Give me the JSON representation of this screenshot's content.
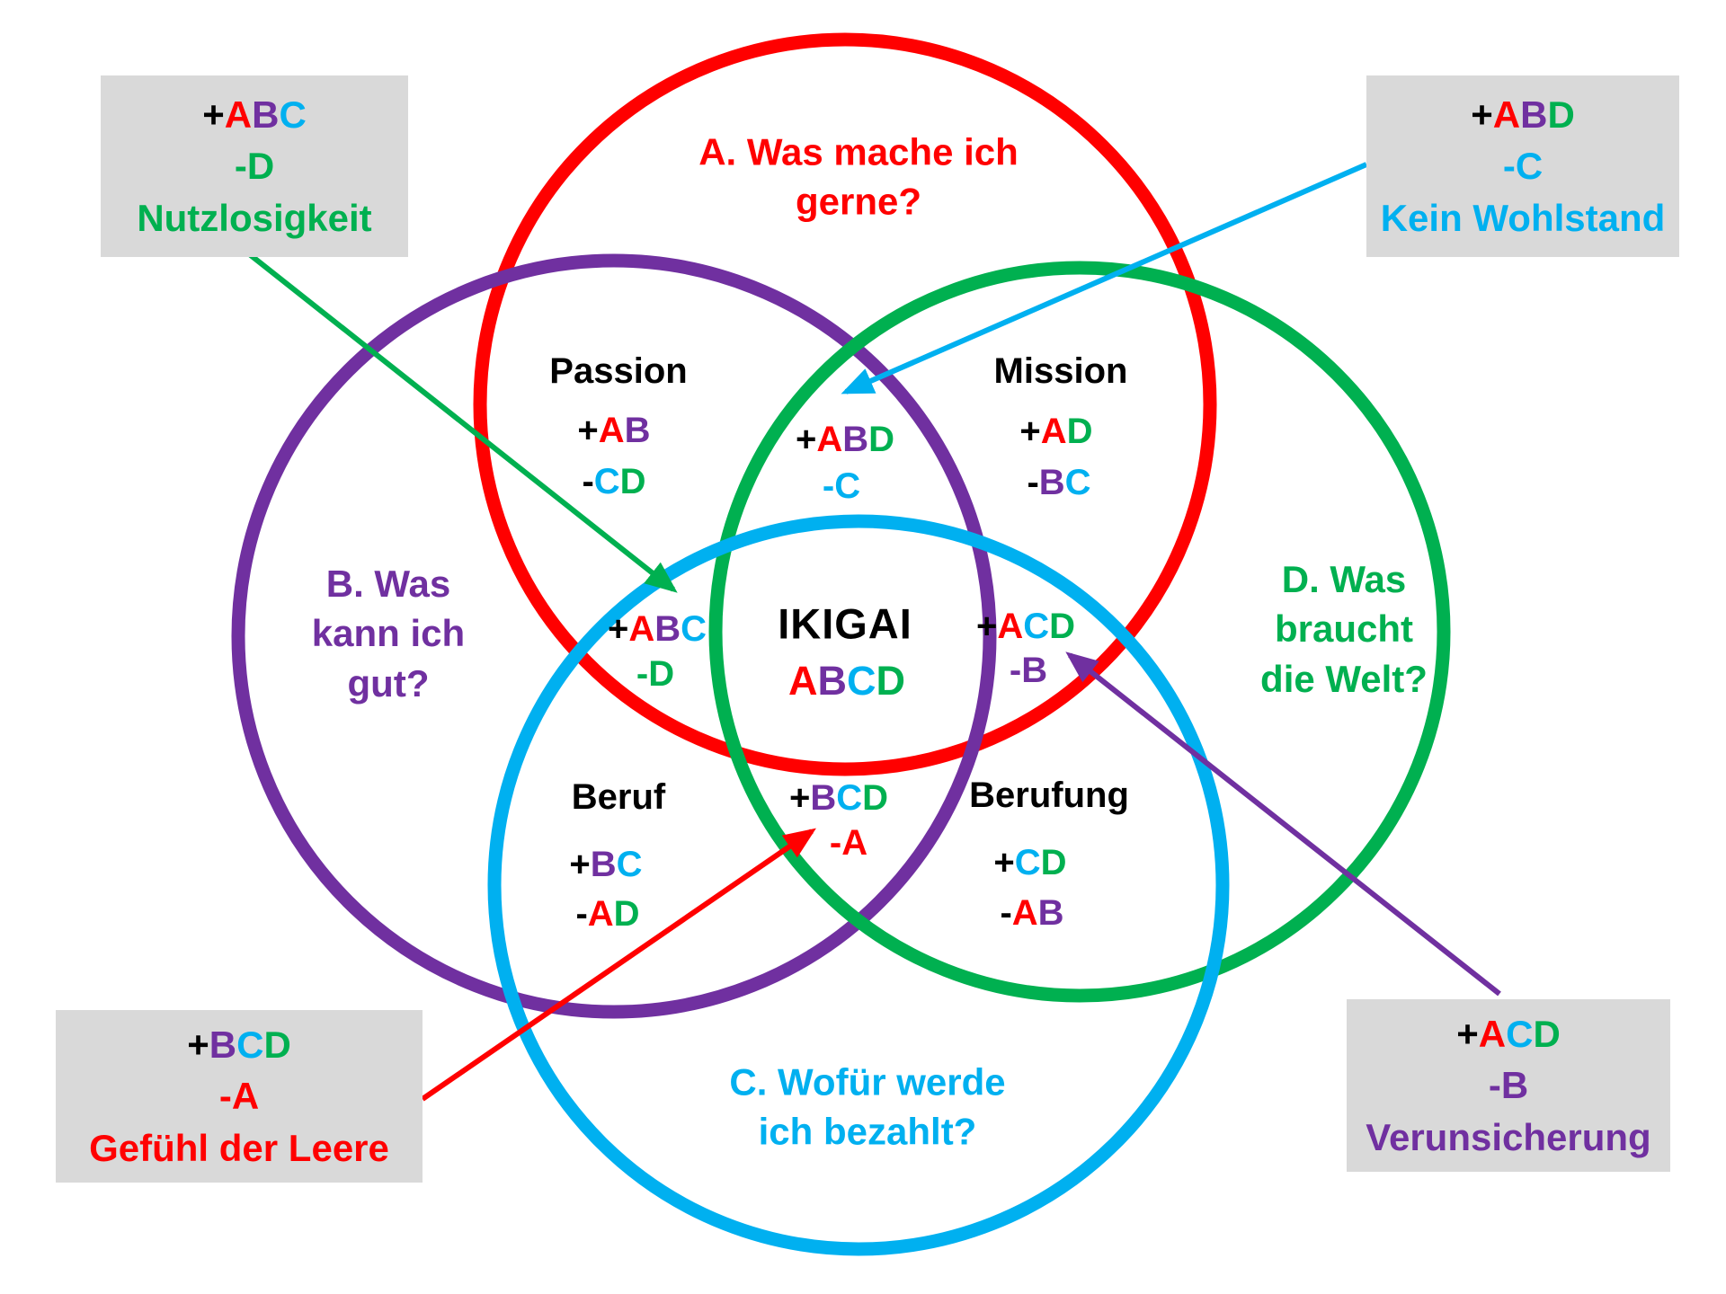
{
  "letter_colors": {
    "A": "#ff0000",
    "B": "#7030a0",
    "C": "#00b0f0",
    "D": "#00b050"
  },
  "sign_color": "#000000",
  "background": "#ffffff",
  "callout_bg": "#d9d9d9",
  "circles": {
    "a": {
      "label": "A. Was mache ich\ngerne?",
      "color": "#ff0000"
    },
    "b": {
      "label": "B. Was\nkann ich\ngut?",
      "color": "#7030a0"
    },
    "c": {
      "label": "C. Wofür werde\nich bezahlt?",
      "color": "#00b0f0"
    },
    "d": {
      "label": "D. Was\nbraucht\ndie Welt?",
      "color": "#00b050"
    }
  },
  "regions": {
    "passion": {
      "name": "Passion",
      "plus": "+AB",
      "minus": "-CD"
    },
    "mission": {
      "name": "Mission",
      "plus": "+AD",
      "minus": "-BC"
    },
    "beruf": {
      "name": "Beruf",
      "plus": "+BC",
      "minus": "-AD"
    },
    "berufung": {
      "name": "Berufung",
      "plus": "+CD",
      "minus": "-AB"
    },
    "abd": {
      "plus": "+ABD",
      "minus": "-C"
    },
    "abc": {
      "plus": "+ABC",
      "minus": "-D"
    },
    "acd": {
      "plus": "+ACD",
      "minus": "-B"
    },
    "bcd": {
      "plus": "+BCD",
      "minus": "-A"
    },
    "center": {
      "title": "IKIGAI",
      "code": "ABCD"
    }
  },
  "callouts": {
    "top_left": {
      "plus": "+ABC",
      "minus": "-D",
      "label": "Nutzlosigkeit",
      "label_color": "#00b050"
    },
    "top_right": {
      "plus": "+ABD",
      "minus": "-C",
      "label": "Kein Wohlstand",
      "label_color": "#00b0f0"
    },
    "bottom_left": {
      "plus": "+BCD",
      "minus": "-A",
      "label": "Gefühl der Leere",
      "label_color": "#ff0000"
    },
    "bottom_right": {
      "plus": "+ACD",
      "minus": "-B",
      "label": "Verunsicherung",
      "label_color": "#7030a0"
    }
  },
  "arrows": {
    "green": {
      "color": "#00b050",
      "from": "top-left-callout",
      "to": "region-abc"
    },
    "blue": {
      "color": "#00b0f0",
      "from": "top-right-callout",
      "to": "region-abd"
    },
    "red": {
      "color": "#ff0000",
      "from": "bottom-left-callout",
      "to": "region-bcd"
    },
    "purple": {
      "color": "#7030a0",
      "from": "bottom-right-callout",
      "to": "region-acd"
    }
  }
}
